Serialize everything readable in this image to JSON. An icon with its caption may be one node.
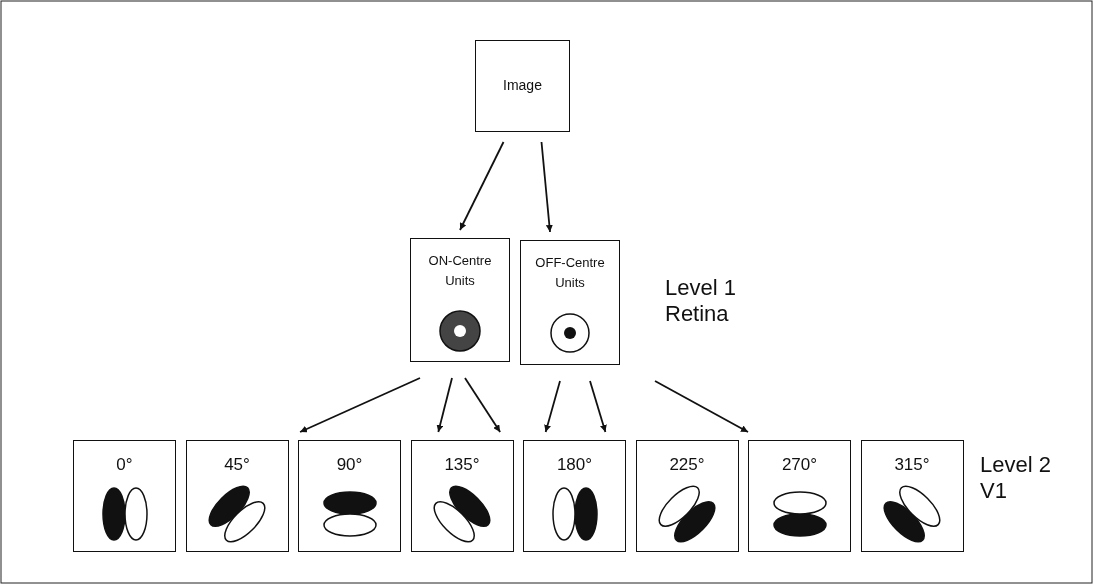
{
  "diagram": {
    "nodes": [
      {
        "text": [
          "Image"
        ]
      },
      {
        "text": [
          "ON-Centre Units"
        ]
      },
      {
        "text": [
          "OFF-Centre Units"
        ]
      },
      {
        "text": [
          "0°"
        ]
      },
      {
        "text": [
          "45°"
        ]
      },
      {
        "text": [
          "90°"
        ]
      },
      {
        "text": [
          "135°"
        ]
      },
      {
        "text": [
          "180°"
        ]
      },
      {
        "text": [
          "225°"
        ]
      },
      {
        "text": [
          "270°"
        ]
      },
      {
        "text": [
          "315°"
        ]
      }
    ],
    "edges": [
      {
        "from": 0,
        "to": 1,
        "arrow": "to"
      },
      {
        "from": 0,
        "to": 2,
        "arrow": "to"
      },
      {
        "from": 1,
        "to": 5,
        "arrow": "to"
      },
      {
        "from": 1,
        "to": 6,
        "arrow": "to"
      },
      {
        "from": 1,
        "to": 6,
        "arrow": "to"
      },
      {
        "from": 2,
        "to": 7,
        "arrow": "to"
      },
      {
        "from": 2,
        "to": 7,
        "arrow": "to"
      },
      {
        "from": 2,
        "to": 9,
        "arrow": "to"
      }
    ],
    "labels": [
      "Level 1 Retina",
      "Level 2 V1"
    ]
  }
}
